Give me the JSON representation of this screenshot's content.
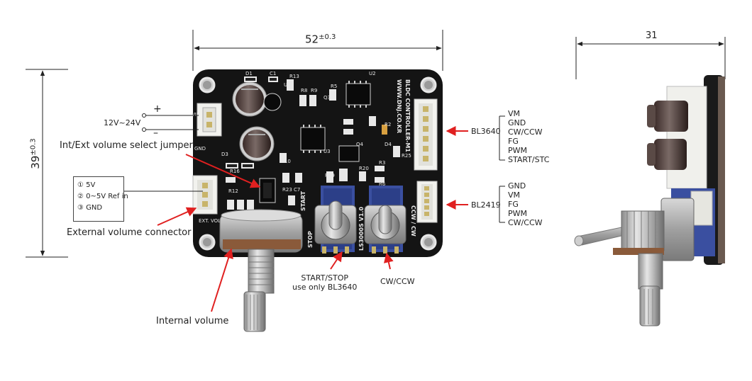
{
  "dimensions": {
    "width_label": "52",
    "width_tol": "±0.3",
    "height_label": "39",
    "height_tol": "±0.3",
    "side_width_label": "31"
  },
  "power": {
    "voltage": "12V~24V",
    "plus": "+",
    "minus": "–"
  },
  "callouts": {
    "jumper": "Int/Ext volume select jumper",
    "ext_connector": "External volume connector",
    "internal_volume": "Internal volume",
    "start_stop_line1": "START/STOP",
    "start_stop_line2": "use only BL3640",
    "cw_ccw": "CW/CCW"
  },
  "ext_pins": [
    "① 5V",
    "② 0~5V Ref in",
    "③ GND"
  ],
  "connectors": {
    "bl3640": {
      "name": "BL3640",
      "pins": [
        "VM",
        "GND",
        "CW/CCW",
        "FG",
        "PWM",
        "START/STC"
      ]
    },
    "bl2419": {
      "name": "BL2419",
      "pins": [
        "GND",
        "VM",
        "FG",
        "PWM",
        "CW/CCW"
      ]
    }
  },
  "colors": {
    "pcb": "#141414",
    "silkscreen": "#e8e8e8",
    "arrow": "#e02020",
    "dim_line": "#222222",
    "switch_blue": "#3a4fa0"
  }
}
